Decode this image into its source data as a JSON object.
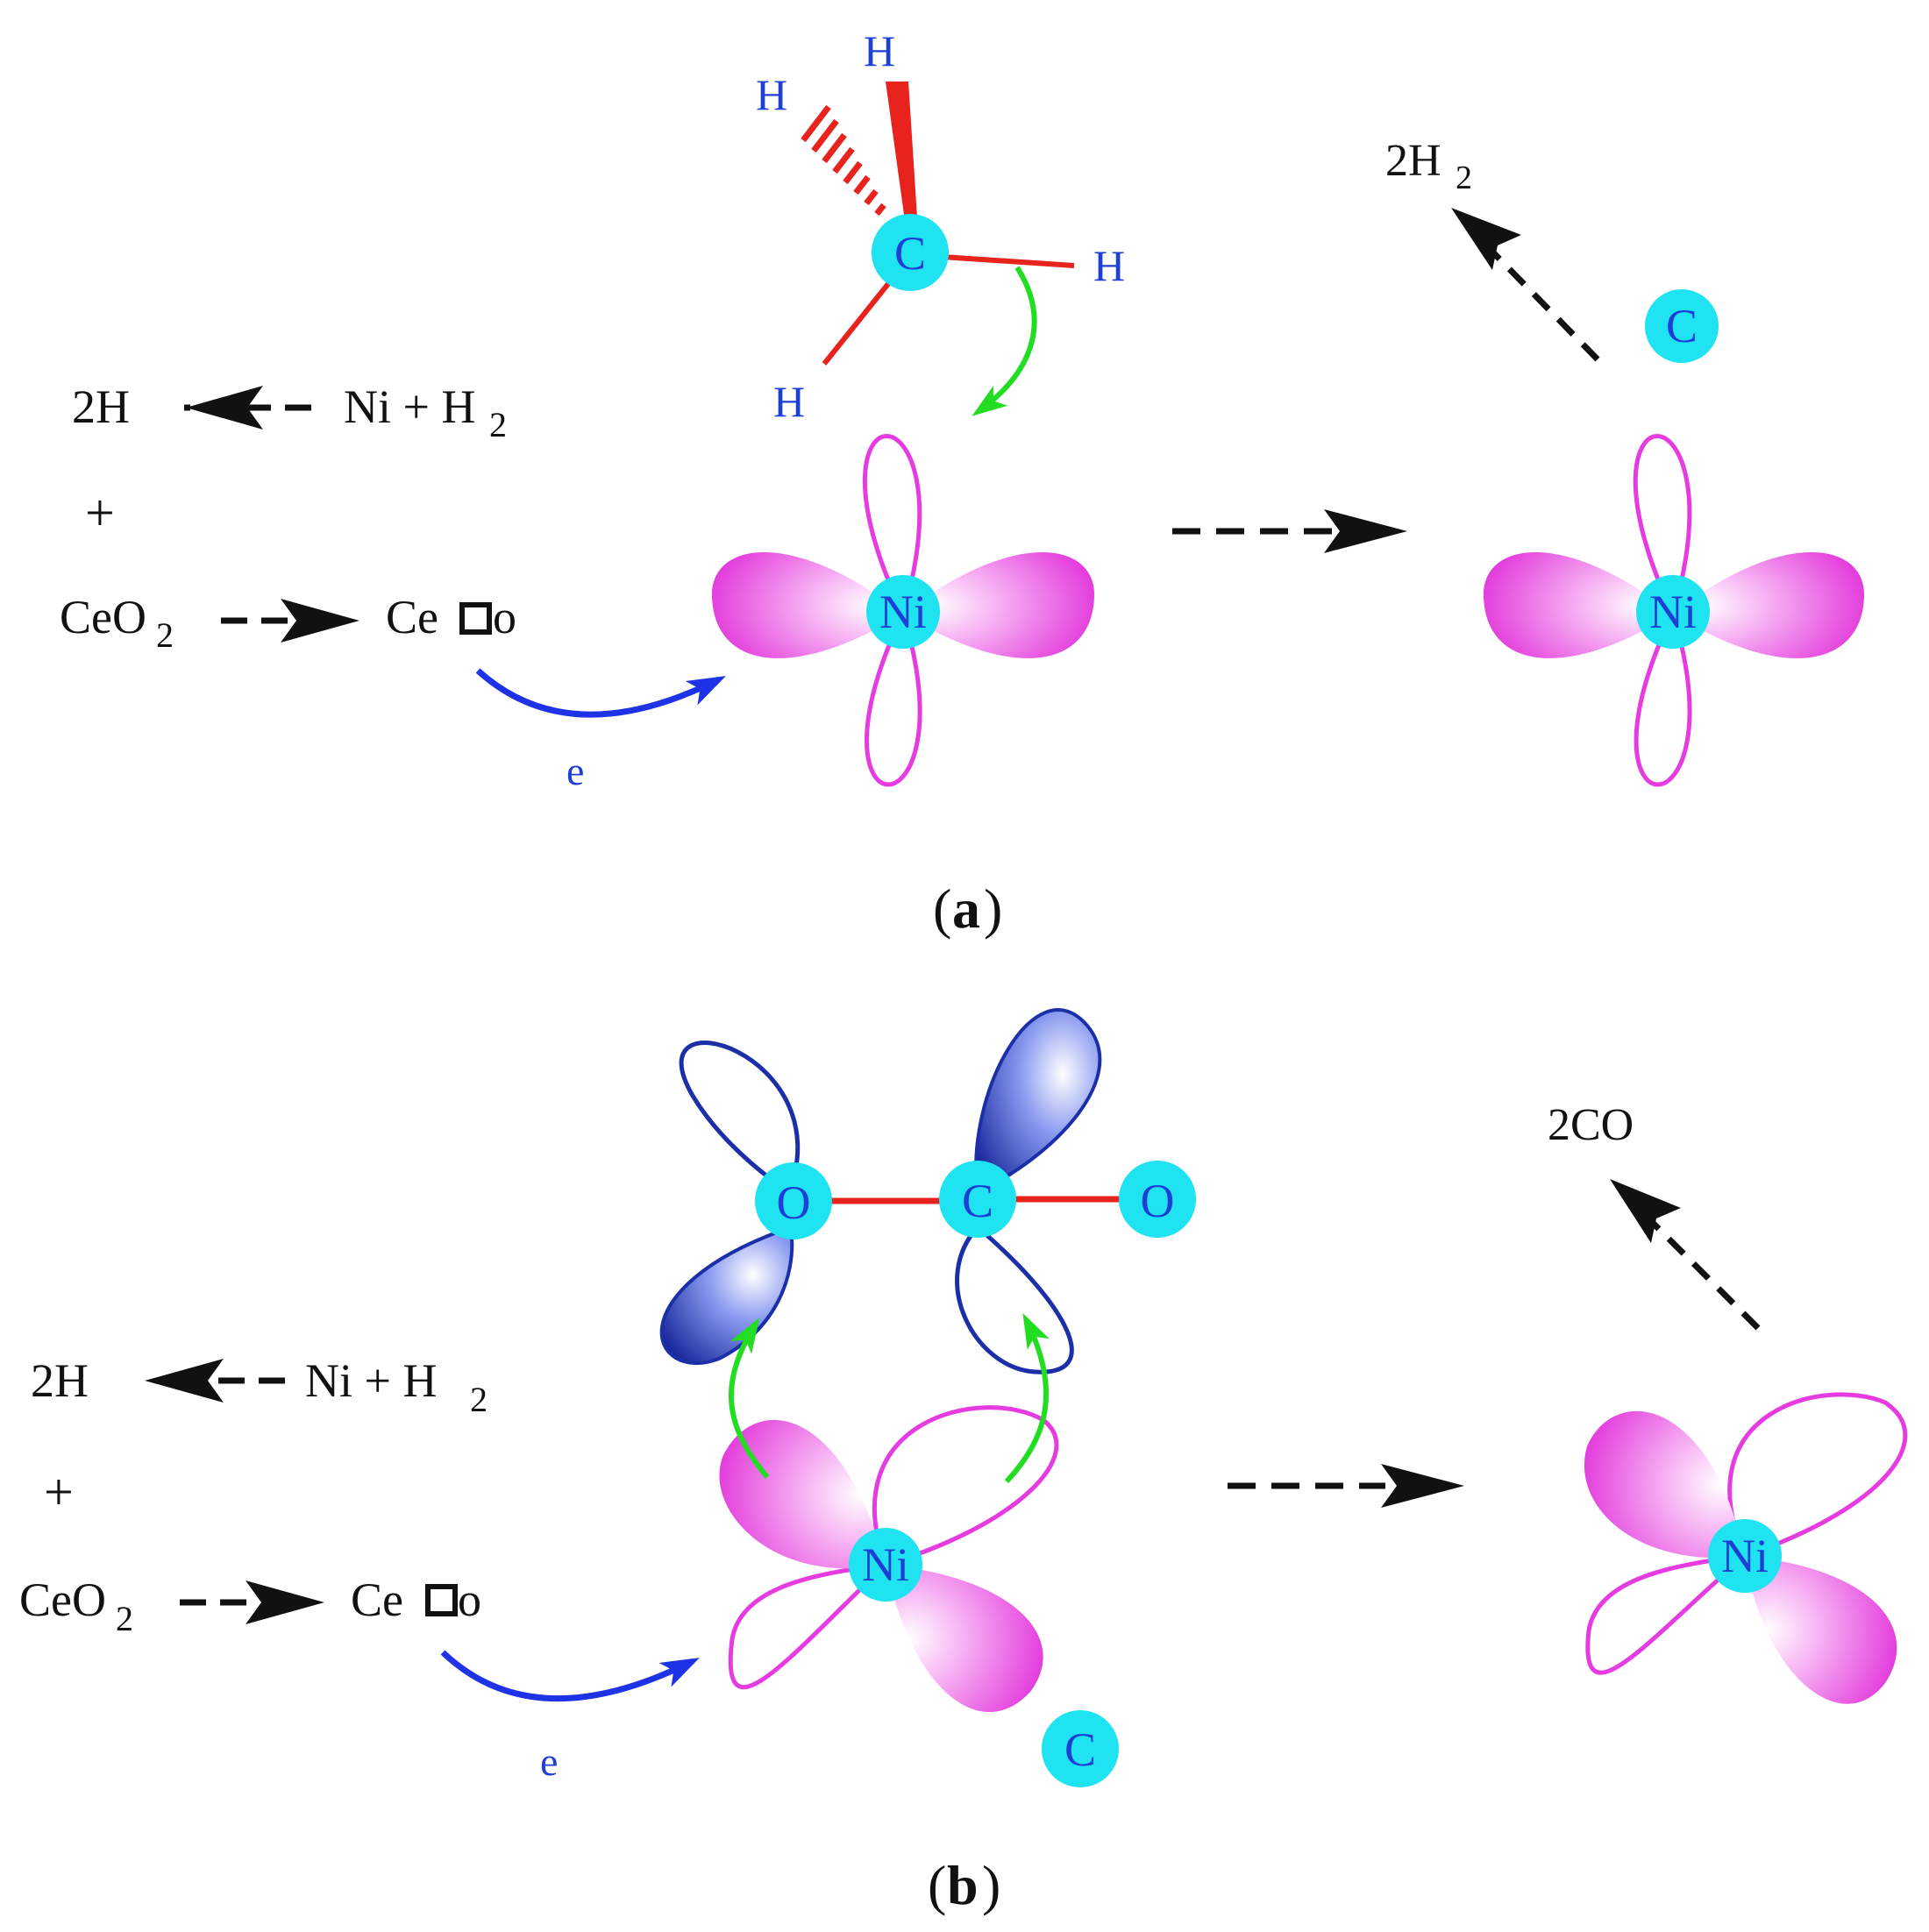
{
  "colors": {
    "atom_fill": "#1fe3f0",
    "atom_text": "#1d3fd6",
    "d_orbital": "#e53be0",
    "p_orbital": "#1a2fa8",
    "bond": "#e8221c",
    "green_arrow": "#22dd22",
    "blue_arrow": "#1f33e6",
    "black": "#111111"
  },
  "panel_a": {
    "eq1_left": "2H",
    "eq1_right_ni": "Ni + H",
    "eq1_right_sub": "2",
    "plus": "+",
    "eq2_left": "CeO",
    "eq2_left_sub": "2",
    "eq2_right_ce": "Ce",
    "eq2_right_o": "o",
    "electron_label": "e",
    "methane": {
      "carbon": "C",
      "h_top": "H",
      "h_hashed": "H",
      "h_right": "H",
      "h_bottom": "H"
    },
    "ni_center": "Ni",
    "product_label": "2H",
    "product_sub": "2",
    "product_carbon": "C",
    "ni_product": "Ni",
    "caption_open": "(",
    "caption_letter": "a",
    "caption_close": ")"
  },
  "panel_b": {
    "eq1_left": "2H",
    "eq1_right_ni": "Ni + H",
    "eq1_right_sub": "2",
    "plus": "+",
    "eq2_left": "CeO",
    "eq2_left_sub": "2",
    "eq2_right_ce": "Ce",
    "eq2_right_o": "o",
    "electron_label": "e",
    "co2": {
      "o_left": "O",
      "c_center": "C",
      "o_right": "O"
    },
    "ni_center": "Ni",
    "carbon_deposit": "C",
    "product_label": "2CO",
    "ni_product": "Ni",
    "caption_open": "(",
    "caption_letter": "b",
    "caption_close": ")"
  }
}
